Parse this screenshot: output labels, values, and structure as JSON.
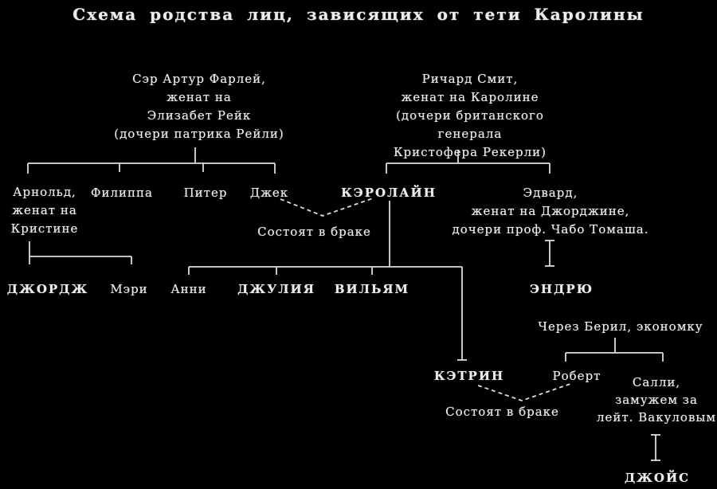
{
  "title": "Схема родства лиц, зависящих от тети Каролины",
  "colors": {
    "background": "#000000",
    "text": "#ececec",
    "line": "#dddddd"
  },
  "boxes": {
    "farley": {
      "lines": [
        "Сэр Артур Фарлей,",
        "женат на",
        "Элизабет Рейк",
        "(дочери патрика Рейли)"
      ]
    },
    "smith": {
      "lines": [
        "Ричард Смит,",
        "женат на Каролине",
        "(дочери британского генерала",
        "Кристофера Рекерли)"
      ]
    },
    "arnold": {
      "lines": [
        "Арнольд,",
        "женат на",
        "Кристине"
      ]
    },
    "edward": {
      "lines": [
        "Эдвард,",
        "женат на Джорджине,",
        "дочери проф. Чабо Томаша."
      ]
    },
    "sally": {
      "lines": [
        "Салли,",
        "замужем за",
        "лейт. Вакуловым"
      ]
    }
  },
  "people": {
    "philippa": "Филиппа",
    "peter": "Питер",
    "jack": "Джек",
    "caroline": "КЭРОЛАЙН",
    "george": "ДЖОРДЖ",
    "mary": "Мэри",
    "annie": "Анни",
    "julia": "ДЖУЛИЯ",
    "william": "ВИЛЬЯМ",
    "andrew": "ЭНДРЮ",
    "katrin": "КЭТРИН",
    "robert": "Роберт",
    "joyce": "ДЖОЙС"
  },
  "labels": {
    "married_jack_caroline": "Состоят в браке",
    "married_katrin_robert": "Состоят в браке",
    "via_beryl": "Через Берил, экономку"
  }
}
